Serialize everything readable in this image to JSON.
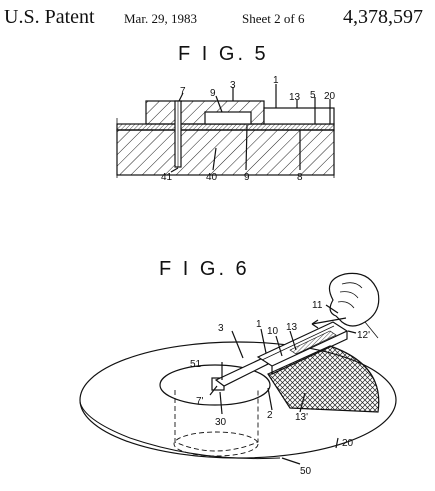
{
  "header": {
    "title": "U.S. Patent",
    "date": "Mar. 29, 1983",
    "sheet": "Sheet 2 of 6",
    "patent_number": "4,378,597"
  },
  "fig5": {
    "title": "F I G. 5",
    "labels": {
      "l7": "7",
      "l3": "3",
      "l1": "1",
      "l9a": "9",
      "l13": "13",
      "l5": "5",
      "l20": "20",
      "l41": "41",
      "l40": "40",
      "l9b": "9",
      "l8": "8"
    }
  },
  "fig6": {
    "title": "F I G. 6",
    "labels": {
      "l11": "11",
      "l12p": "12'",
      "l3": "3",
      "l1": "1",
      "l13": "13",
      "l10": "10",
      "l51": "51",
      "l7p": "7'",
      "l2": "2",
      "l13p": "13'",
      "l30": "30",
      "l20": "20",
      "l50": "50"
    }
  }
}
